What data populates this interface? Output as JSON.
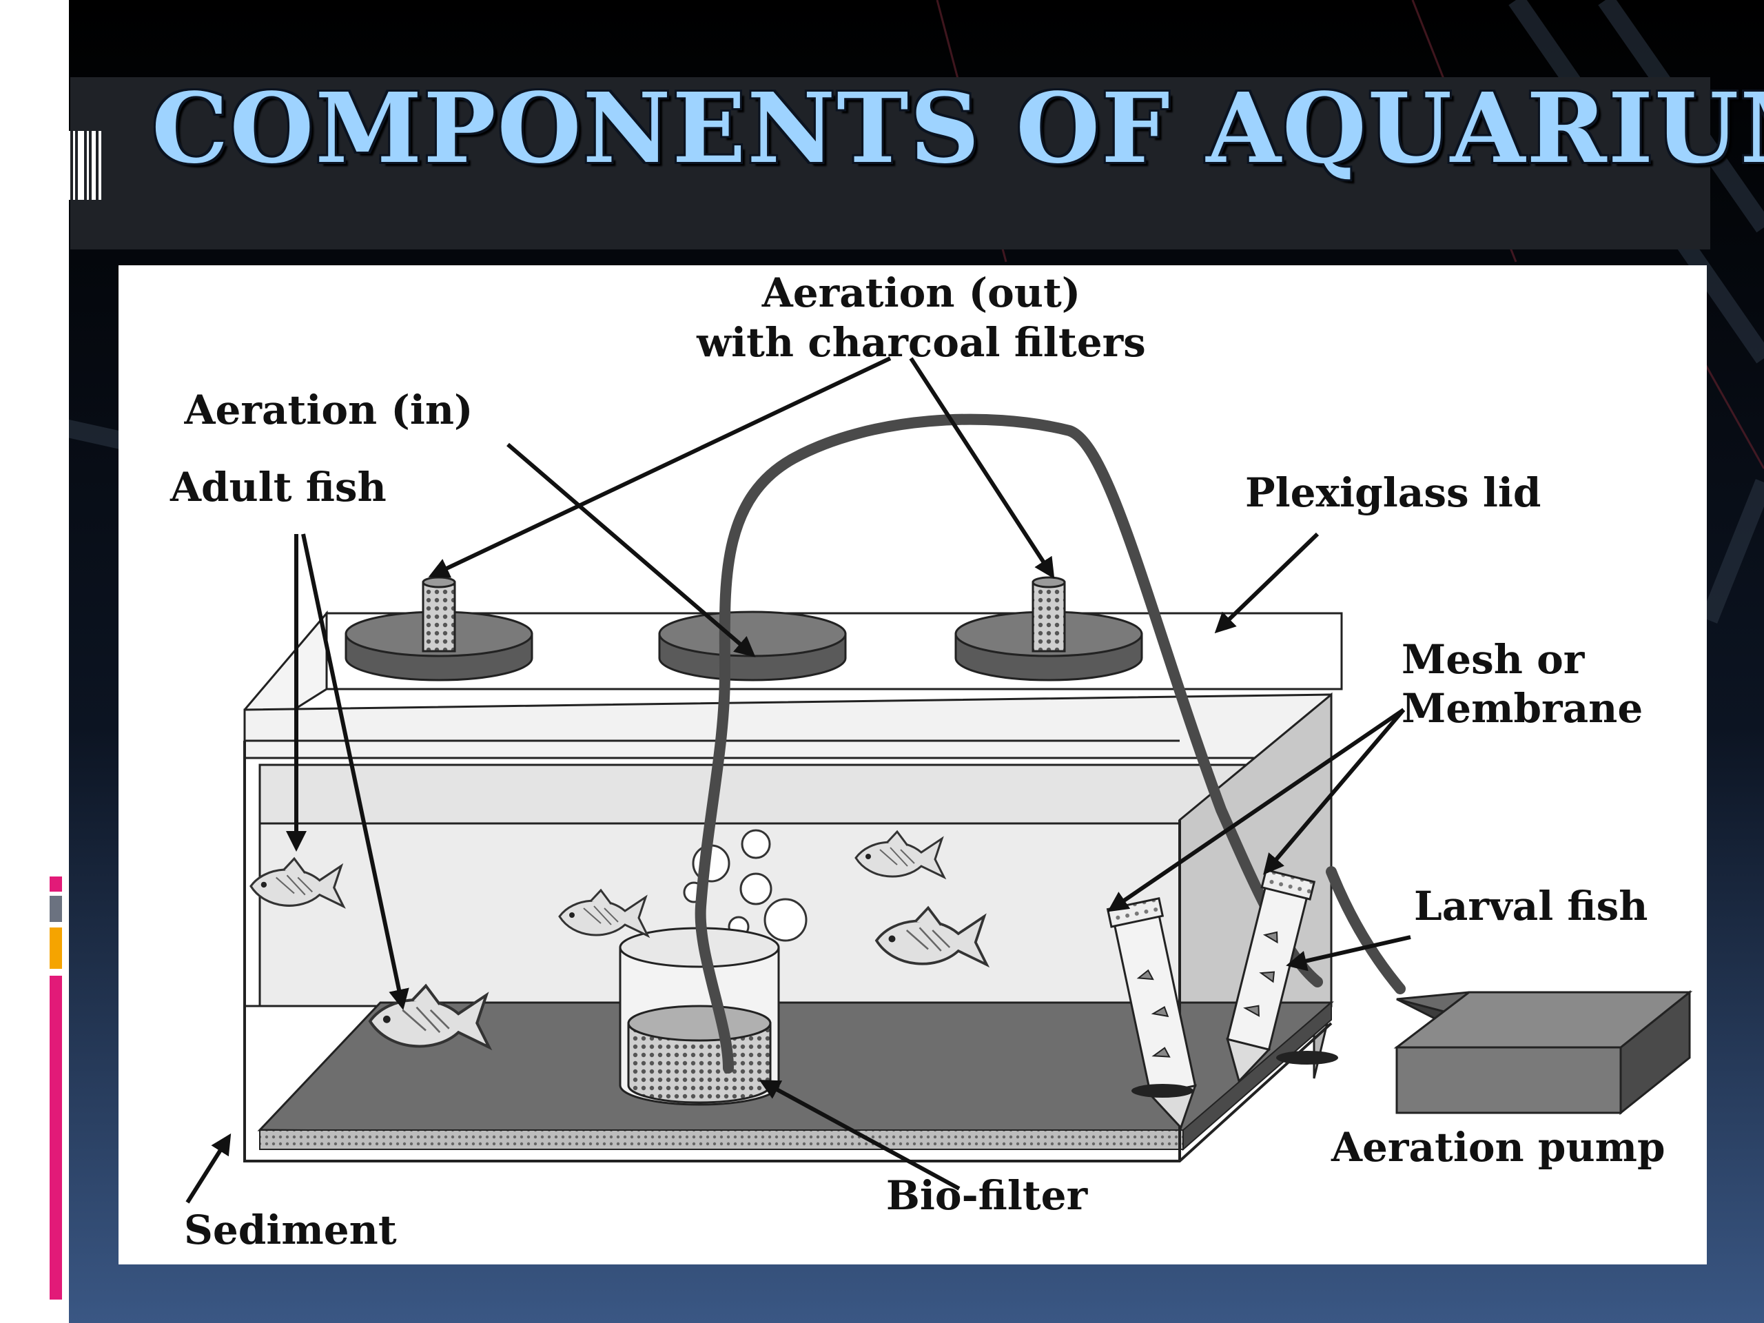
{
  "slide": {
    "title": "COMPONENTS OF AQUARIUM"
  },
  "colors": {
    "title_text": "#9ed3ff",
    "title_band": "#1f2227",
    "accent_pink": "#e21a78",
    "accent_orange": "#f5a400",
    "accent_gray": "#6b7280",
    "diagram_background": "#ffffff"
  },
  "diagram": {
    "labels": {
      "aeration_out_line1": "Aeration (out)",
      "aeration_out_line2": "with charcoal filters",
      "aeration_in": "Aeration (in)",
      "adult_fish": "Adult fish",
      "plexiglass_lid": "Plexiglass lid",
      "mesh_line1": "Mesh or",
      "mesh_line2": "Membrane",
      "larval_fish": "Larval fish",
      "aeration_pump": "Aeration pump",
      "bio_filter": "Bio-filter",
      "sediment": "Sediment"
    }
  }
}
